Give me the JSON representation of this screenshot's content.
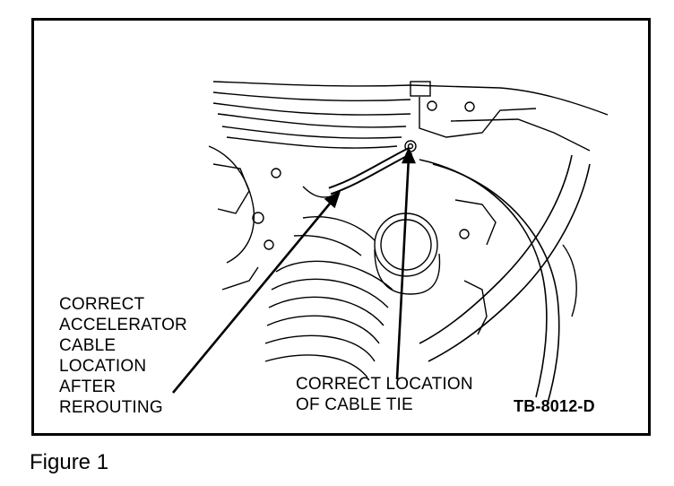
{
  "figure": {
    "caption": "Figure 1",
    "code": "TB-8012-D",
    "callouts": [
      {
        "id": "accelerator",
        "text": "CORRECT\nACCELERATOR\nCABLE\nLOCATION\nAFTER\nREROUTING"
      },
      {
        "id": "cable-tie",
        "text": "CORRECT LOCATION\nOF CABLE TIE"
      }
    ]
  }
}
